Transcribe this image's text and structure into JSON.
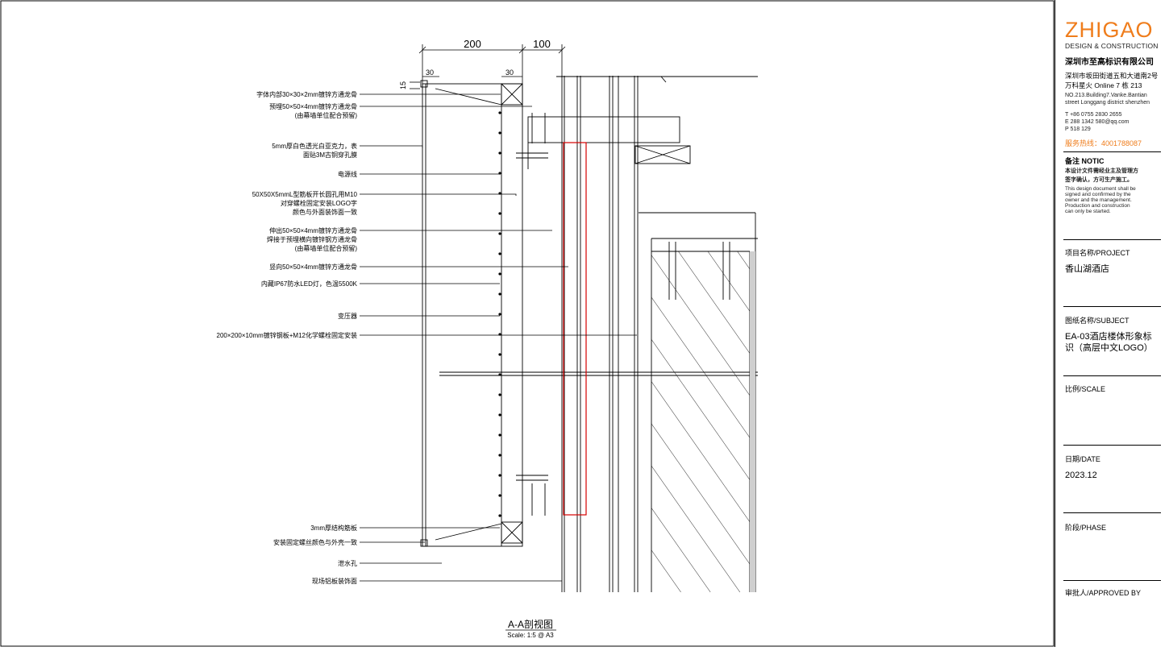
{
  "dimensions": {
    "top_left": "200",
    "top_right": "100",
    "w30_left": "30",
    "w30_right": "30",
    "h15": "15"
  },
  "callouts": [
    {
      "lines": [
        "字体内部30×30×2mm镀锌方通龙骨"
      ]
    },
    {
      "lines": [
        "预埋50×50×4mm镀锌方通龙骨",
        "(由幕墙单位配合预留)"
      ]
    },
    {
      "lines": [
        "5mm厚白色透光白亚克力，表",
        "面贴3M古铜穿孔膜"
      ]
    },
    {
      "lines": [
        "电源线"
      ]
    },
    {
      "lines": [
        "50X50X5mmL型筋板开长圆孔用M10",
        "对穿螺栓固定安装LOGO字",
        "颜色与外面装饰面一致"
      ]
    },
    {
      "lines": [
        "伸出50×50×4mm镀锌方通龙骨",
        "焊接于预埋横向镀锌钢方通龙骨",
        "(由幕墙单位配合预留)"
      ]
    },
    {
      "lines": [
        "竖向50×50×4mm镀锌方通龙骨"
      ]
    },
    {
      "lines": [
        "内藏IP67防水LED灯，色温5500K"
      ]
    },
    {
      "lines": [
        "变压器"
      ]
    },
    {
      "lines": [
        "200×200×10mm镀锌钢板+M12化学螺栓固定安装"
      ]
    },
    {
      "lines": [
        "3mm厚结构筋板"
      ]
    },
    {
      "lines": [
        "安装固定螺丝颜色与外壳一致"
      ]
    },
    {
      "lines": [
        "泄水孔"
      ]
    },
    {
      "lines": [
        "现场铝板装饰面"
      ]
    }
  ],
  "section": {
    "title": "A-A剖视图",
    "scale": "Scale: 1:5 @ A3"
  },
  "title_block": {
    "logo": "ZHIGAO",
    "logo_sub": "DESIGN & CONSTRUCTION",
    "company": "深圳市至高标识有限公司",
    "addr_cn_1": "深圳市坂田街道五和大道南2号",
    "addr_cn_2": "万科星火 Online 7 栋 213",
    "addr_en_1": "NO.213.Building7.Vanke.Bantian",
    "addr_en_2": "street Longgang district shenzhen",
    "tel": "T  +86 0755 2830 2655",
    "email": "E  288 1342 580@qq.com",
    "post": "P  518 129",
    "hotline": "服务热线：4001788087",
    "notice_title": "备注 NOTIC",
    "notice_cn_1": "本设计文件需经业主及管理方",
    "notice_cn_2": "签字确认，方可生产施工。",
    "notice_en": [
      "This design document shall be",
      "signed and confirmed by the",
      "owner and the management.",
      "Production and construction",
      "can only be started."
    ],
    "project_label": "项目名称/PROJECT",
    "project_value": "香山湖酒店",
    "subject_label": "图纸名称/SUBJECT",
    "subject_value_1": "EA-03酒店楼体形象标",
    "subject_value_2": "识（高层中文LOGO）",
    "scale_label": "比例/SCALE",
    "date_label": "日期/DATE",
    "date_value": "2023.12",
    "phase_label": "阶段/PHASE",
    "approved_label": "审批人/APPROVED BY"
  },
  "colors": {
    "logo": "#ef7d1c",
    "hotline": "#ef7d1c",
    "highlight": "#d40000"
  }
}
